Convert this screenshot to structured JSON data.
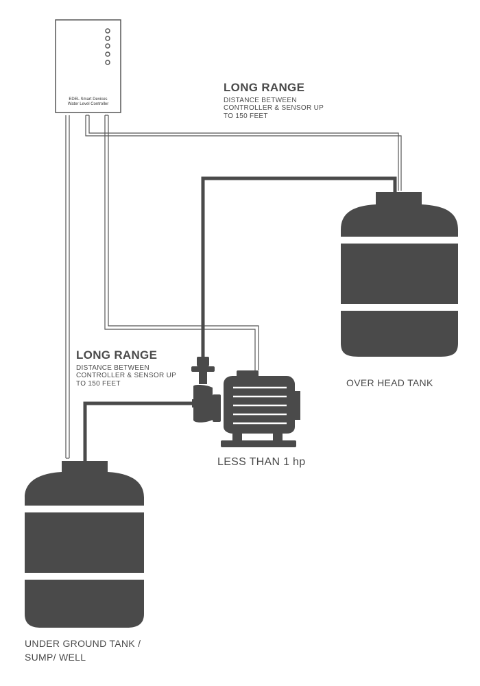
{
  "controller": {
    "line1": "EDEL Smart Devices",
    "line2": "Water Level Controller"
  },
  "range_top": {
    "title": "LONG RANGE",
    "line1": "DISTANCE BETWEEN",
    "line2": "CONTROLLER & SENSOR UP",
    "line3": "TO 150 FEET"
  },
  "range_bottom": {
    "title": "LONG RANGE",
    "line1": "DISTANCE BETWEEN",
    "line2": "CONTROLLER & SENSOR UP",
    "line3": "TO 150 FEET"
  },
  "overhead_tank": {
    "label": "OVER HEAD TANK"
  },
  "pump": {
    "label": "LESS THAN 1 hp"
  },
  "underground_tank": {
    "line1": "UNDER GROUND TANK /",
    "line2": "SUMP/ WELL"
  },
  "colors": {
    "tank": "#4a4a4a",
    "pipe": "#4a4a4a",
    "wire": "#555555",
    "text": "#4a4a4a"
  }
}
